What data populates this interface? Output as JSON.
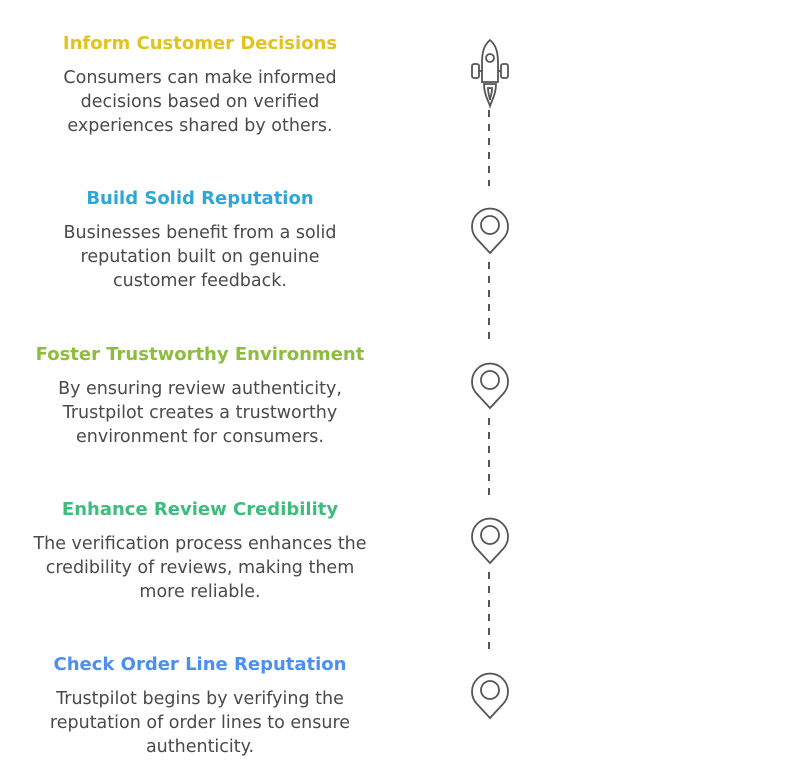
{
  "steps": [
    {
      "title": "Inform Customer Decisions",
      "desc": "Consumers can make informed decisions based on verified experiences shared by others.",
      "color": "#e2c21c",
      "icon": "rocket-icon"
    },
    {
      "title": "Build Solid Reputation",
      "desc": "Businesses benefit from a solid reputation built on genuine customer feedback.",
      "color": "#2ea6d8",
      "icon": "map-pin-icon"
    },
    {
      "title": "Foster Trustworthy Environment",
      "desc": "By ensuring review authenticity, Trustpilot creates a trustworthy environment for consumers.",
      "color": "#8cbd3c",
      "icon": "map-pin-icon"
    },
    {
      "title": "Enhance Review Credibility",
      "desc": "The verification process enhances the credibility of reviews, making them more reliable.",
      "color": "#3dbd7d",
      "icon": "map-pin-icon"
    },
    {
      "title": "Check Order Line Reputation",
      "desc": "Trustpilot begins by verifying the reputation of order lines to ensure authenticity.",
      "color": "#4b8ff0",
      "icon": "map-pin-icon"
    }
  ]
}
